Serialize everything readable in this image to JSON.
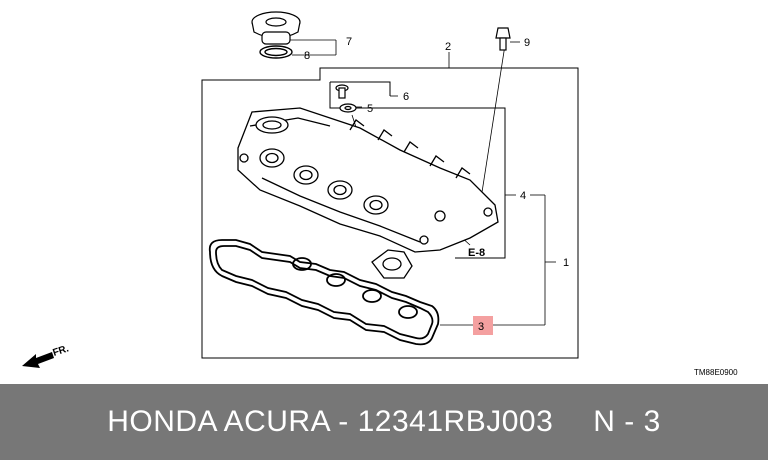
{
  "diagram": {
    "callouts": {
      "c1": "1",
      "c2": "2",
      "c3": "3",
      "c4": "4",
      "c5": "5",
      "c6": "6",
      "c7": "7",
      "c8": "8",
      "c9": "9"
    },
    "ref_label": "E-8",
    "direction_label": "FR.",
    "drawing_code": "TM88E0900",
    "highlight_color": "#f4a0a0"
  },
  "banner": {
    "part_text": "HONDA ACURA - 12341RBJ003",
    "ref_text": "N - 3",
    "background": "#777777"
  }
}
